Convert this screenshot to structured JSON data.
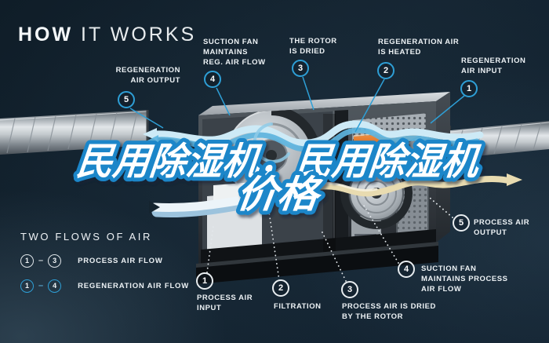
{
  "title": {
    "bold": "HOW",
    "light": " IT WORKS"
  },
  "watermark": {
    "line1": "民用除湿机，民用除湿机",
    "line2": "价格",
    "fill": "#ffffff",
    "outline": "#1a86c9"
  },
  "colors": {
    "background": "#142431",
    "accent_blue": "#2e9fd6",
    "heater_orange": "#e87a28",
    "flow_blue": "#9fd4ec",
    "flow_cream": "#e8dbb0"
  },
  "top_callouts": [
    {
      "num": "5",
      "label": "REGENERATION\nAIR OUTPUT"
    },
    {
      "num": "4",
      "label": "SUCTION FAN\nMAINTAINS\nREG. AIR FLOW"
    },
    {
      "num": "3",
      "label": "THE ROTOR\nIS DRIED"
    },
    {
      "num": "2",
      "label": "REGENERATION AIR\nIS HEATED"
    },
    {
      "num": "1",
      "label": "REGENERATION\nAIR INPUT"
    }
  ],
  "bottom_callouts": [
    {
      "num": "1",
      "label": "PROCESS AIR\nINPUT"
    },
    {
      "num": "2",
      "label": "FILTRATION"
    },
    {
      "num": "3",
      "label": "PROCESS AIR IS DRIED\nBY THE ROTOR"
    },
    {
      "num": "4",
      "label": "SUCTION FAN\nMAINTAINS PROCESS\nAIR FLOW"
    },
    {
      "num": "5",
      "label": "PROCESS AIR\nOUTPUT"
    }
  ],
  "legend": {
    "title": "TWO FLOWS OF AIR",
    "rows": [
      {
        "from": "1",
        "dash": "–",
        "to": "3",
        "label": "PROCESS AIR FLOW"
      },
      {
        "from": "1",
        "dash": "–",
        "to": "4",
        "label": "REGENERATION AIR FLOW"
      }
    ]
  }
}
